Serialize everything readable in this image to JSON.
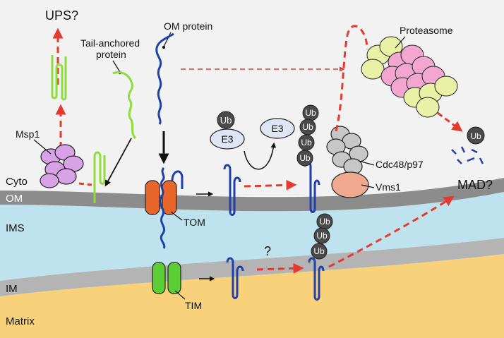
{
  "regions": {
    "cyto": "Cyto",
    "om": "OM",
    "ims": "IMS",
    "im": "IM",
    "matrix": "Matrix"
  },
  "labels": {
    "ups": "UPS?",
    "mad": "MAD?",
    "om_protein": "OM protein",
    "tail_anchored_line1": "Tail-anchored",
    "tail_anchored_line2": "protein",
    "proteasome": "Proteasome",
    "msp1": "Msp1",
    "tom": "TOM",
    "tim": "TIM",
    "cdc48": "Cdc48/p97",
    "vms1": "Vms1",
    "e3_bound": "E3",
    "e3_free": "E3",
    "ub": "Ub",
    "question": "?"
  },
  "colors": {
    "background": "#f2f2f2",
    "om_membrane": "#8c8c8c",
    "ims": "#bfe3ee",
    "im_membrane": "#b4b4b4",
    "matrix": "#f7d27a",
    "protein_blue": "#1f3faa",
    "protein_green": "#8fdc3c",
    "msp1": "#d7a3e6",
    "tom": "#e8662a",
    "tim": "#5ccf37",
    "proteasome_pink": "#f3a7d0",
    "proteasome_yellow": "#e9f1a6",
    "cdc48": "#c7c7c7",
    "vms1": "#f0a88e",
    "e3": "#dfe6f3",
    "ub": "#4a4a4a",
    "arrow_red": "#e53a2f"
  }
}
